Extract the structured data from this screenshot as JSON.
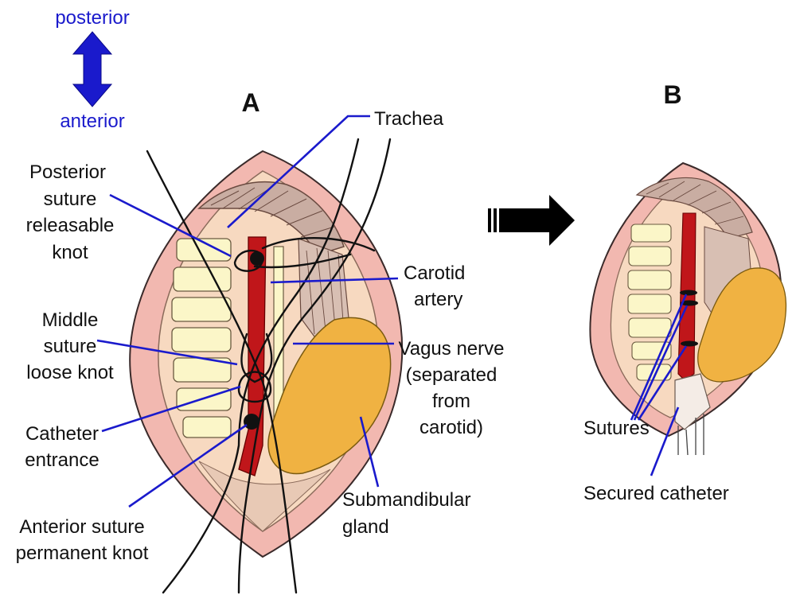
{
  "orientation": {
    "top_label": "posterior",
    "bottom_label": "anterior",
    "arrow_color": "#1a1acc"
  },
  "panels": {
    "a_title": "A",
    "b_title": "B"
  },
  "labels": {
    "trachea": "Trachea",
    "posterior_suture": [
      "Posterior",
      "suture",
      "releasable",
      "knot"
    ],
    "middle_suture": [
      "Middle",
      "suture",
      "loose knot"
    ],
    "catheter_entrance": [
      "Catheter",
      "entrance"
    ],
    "anterior_suture": [
      "Anterior suture",
      "permanent knot"
    ],
    "carotid_artery": [
      "Carotid",
      "artery"
    ],
    "vagus_nerve": [
      "Vagus nerve",
      "(separated",
      "from",
      "carotid)"
    ],
    "submandibular_gland": [
      "Submandibular",
      "gland"
    ],
    "sutures": "Sutures",
    "secured_catheter": "Secured catheter"
  },
  "colors": {
    "skin": "#f2b8b0",
    "tissue": "#f7d9c0",
    "cartilage": "#fbf6c8",
    "artery": "#c0161a",
    "gland": "#f0b242",
    "muscle": "#c9ada2",
    "leader": "#1a1acc",
    "arrow": "#000000"
  },
  "icons": {
    "orientation_arrow": "double-headed-vertical-arrow",
    "transition_arrow": "right-arrow"
  }
}
